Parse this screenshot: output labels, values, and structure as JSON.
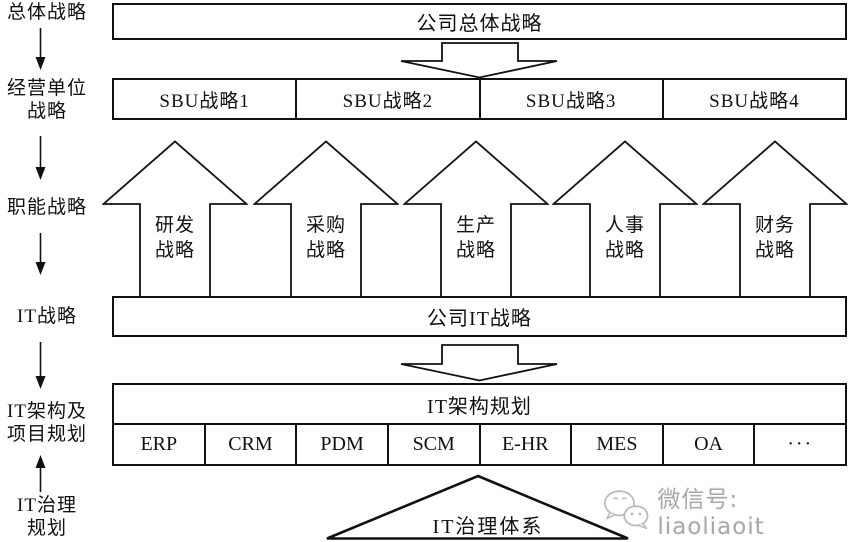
{
  "page": {
    "background": "#ffffff",
    "ink": "#111111",
    "watermark_gray": "#a9a9a9"
  },
  "left_rail": {
    "levels": [
      {
        "lines": [
          "总体战略"
        ]
      },
      {
        "lines": [
          "经营单位",
          "战略"
        ]
      },
      {
        "lines": [
          "职能战略"
        ]
      },
      {
        "lines": [
          "IT战略"
        ]
      },
      {
        "lines": [
          "IT架构及",
          "项目规划"
        ]
      },
      {
        "lines": [
          "IT治理",
          "规划"
        ]
      }
    ],
    "arrow_directions": [
      "down",
      "down",
      "down",
      "down",
      "up"
    ]
  },
  "diagram": {
    "top_box": "公司总体战略",
    "sbu_boxes": [
      "SBU战略1",
      "SBU战略2",
      "SBU战略3",
      "SBU战略4"
    ],
    "functional_arrows": [
      {
        "lines": [
          "研发",
          "战略"
        ]
      },
      {
        "lines": [
          "采购",
          "战略"
        ]
      },
      {
        "lines": [
          "生产",
          "战略"
        ]
      },
      {
        "lines": [
          "人事",
          "战略"
        ]
      },
      {
        "lines": [
          "财务",
          "战略"
        ]
      }
    ],
    "it_strategy_box": "公司IT战略",
    "it_architecture_box": "IT架构规划",
    "systems": [
      "ERP",
      "CRM",
      "PDM",
      "SCM",
      "E-HR",
      "MES",
      "OA",
      "···"
    ],
    "governance_triangle": "IT治理体系"
  },
  "watermark": {
    "icon": "wechat-icon",
    "text": "微信号: liaoliaoit"
  }
}
